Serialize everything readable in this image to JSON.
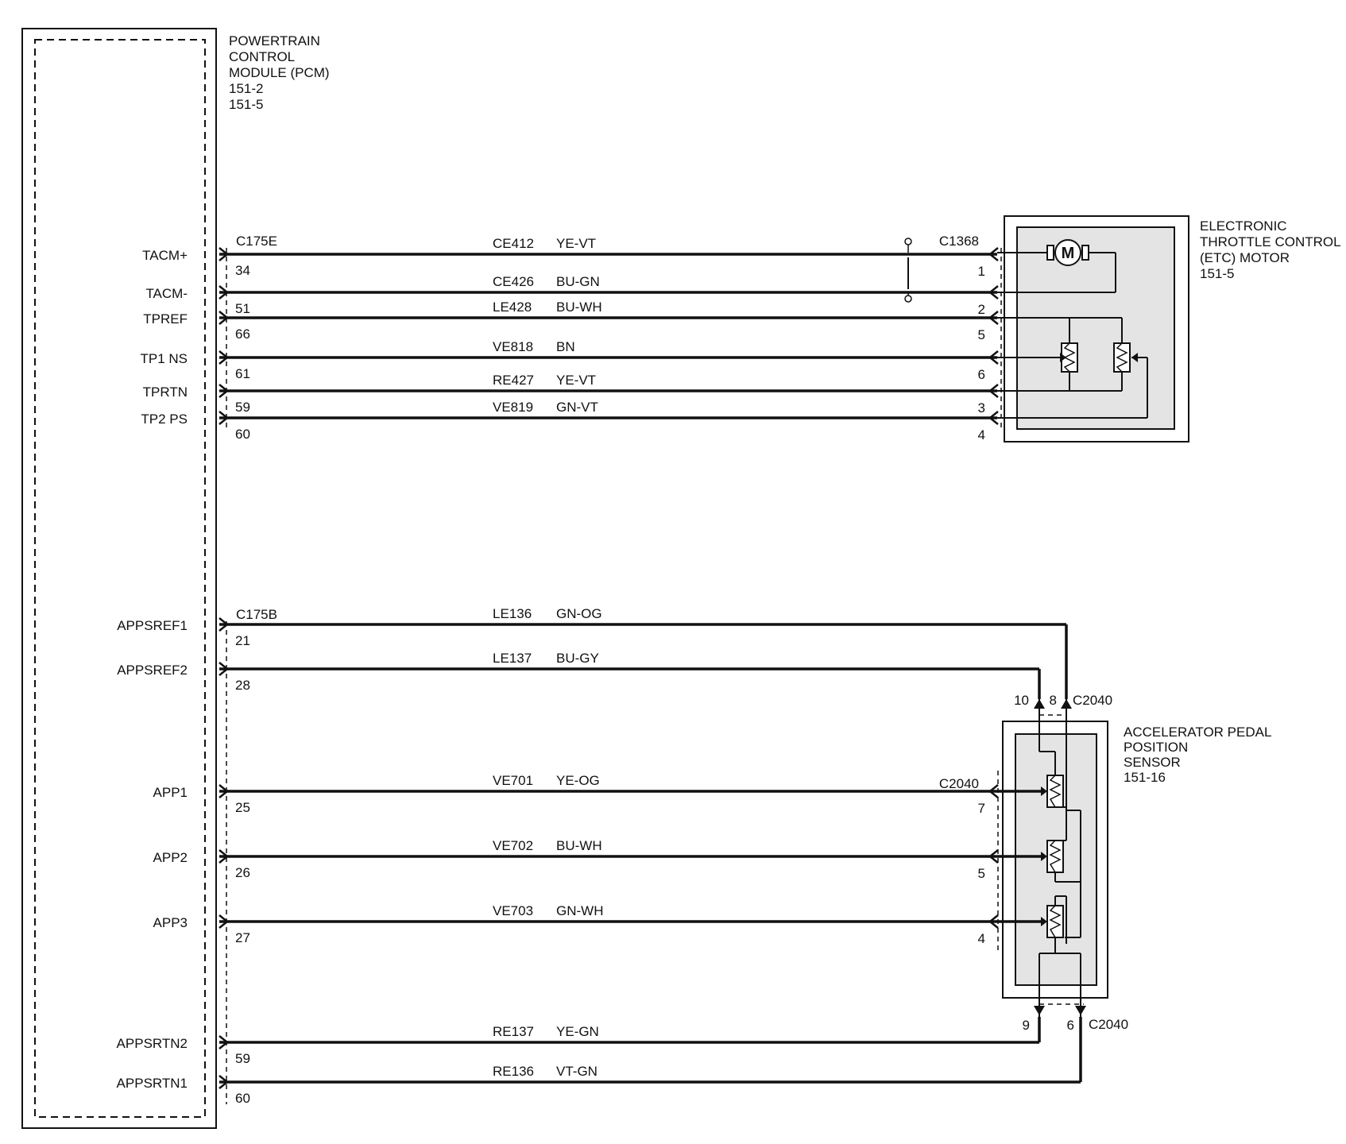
{
  "pcm": {
    "title_lines": [
      "POWERTRAIN",
      "CONTROL",
      "MODULE (PCM)",
      "151-2",
      "151-5"
    ],
    "connector_top": "C175E",
    "connector_bottom": "C175B"
  },
  "etc_motor": {
    "title_lines": [
      "ELECTRONIC",
      "THROTTLE CONTROL",
      "(ETC) MOTOR",
      "151-5"
    ],
    "connector": "C1368",
    "motor_symbol": "M"
  },
  "app_sensor": {
    "title_lines": [
      "ACCELERATOR PEDAL",
      "POSITION",
      "SENSOR",
      "151-16"
    ],
    "connector": "C2040",
    "top_connector": "C2040",
    "bottom_connector": "C2040",
    "top_pins": [
      "10",
      "8"
    ],
    "bottom_pins": [
      "9",
      "6"
    ]
  },
  "circuits": [
    {
      "signal": "TACM+",
      "pcm_pin": "34",
      "circuit": "CE412",
      "color": "YE-VT",
      "component_pin": "1"
    },
    {
      "signal": "TACM-",
      "pcm_pin": "51",
      "circuit": "CE426",
      "color": "BU-GN",
      "component_pin": "2"
    },
    {
      "signal": "TPREF",
      "pcm_pin": "66",
      "circuit": "LE428",
      "color": "BU-WH",
      "component_pin": "5"
    },
    {
      "signal": "TP1 NS",
      "pcm_pin": "61",
      "circuit": "VE818",
      "color": "BN",
      "component_pin": "6"
    },
    {
      "signal": "TPRTN",
      "pcm_pin": "59",
      "circuit": "RE427",
      "color": "YE-VT",
      "component_pin": "3"
    },
    {
      "signal": "TP2 PS",
      "pcm_pin": "60",
      "circuit": "VE819",
      "color": "GN-VT",
      "component_pin": "4"
    },
    {
      "signal": "APPSREF1",
      "pcm_pin": "21",
      "circuit": "LE136",
      "color": "GN-OG",
      "component_pin": "8"
    },
    {
      "signal": "APPSREF2",
      "pcm_pin": "28",
      "circuit": "LE137",
      "color": "BU-GY",
      "component_pin": "10"
    },
    {
      "signal": "APP1",
      "pcm_pin": "25",
      "circuit": "VE701",
      "color": "YE-OG",
      "component_pin": "7"
    },
    {
      "signal": "APP2",
      "pcm_pin": "26",
      "circuit": "VE702",
      "color": "BU-WH",
      "component_pin": "5"
    },
    {
      "signal": "APP3",
      "pcm_pin": "27",
      "circuit": "VE703",
      "color": "GN-WH",
      "component_pin": "4"
    },
    {
      "signal": "APPSRTN2",
      "pcm_pin": "59",
      "circuit": "RE137",
      "color": "YE-GN",
      "component_pin": "9"
    },
    {
      "signal": "APPSRTN1",
      "pcm_pin": "60",
      "circuit": "RE136",
      "color": "VT-GN",
      "component_pin": "6"
    }
  ],
  "colors": {
    "wire": "#111111",
    "component_fill": "#e4e4e4"
  }
}
